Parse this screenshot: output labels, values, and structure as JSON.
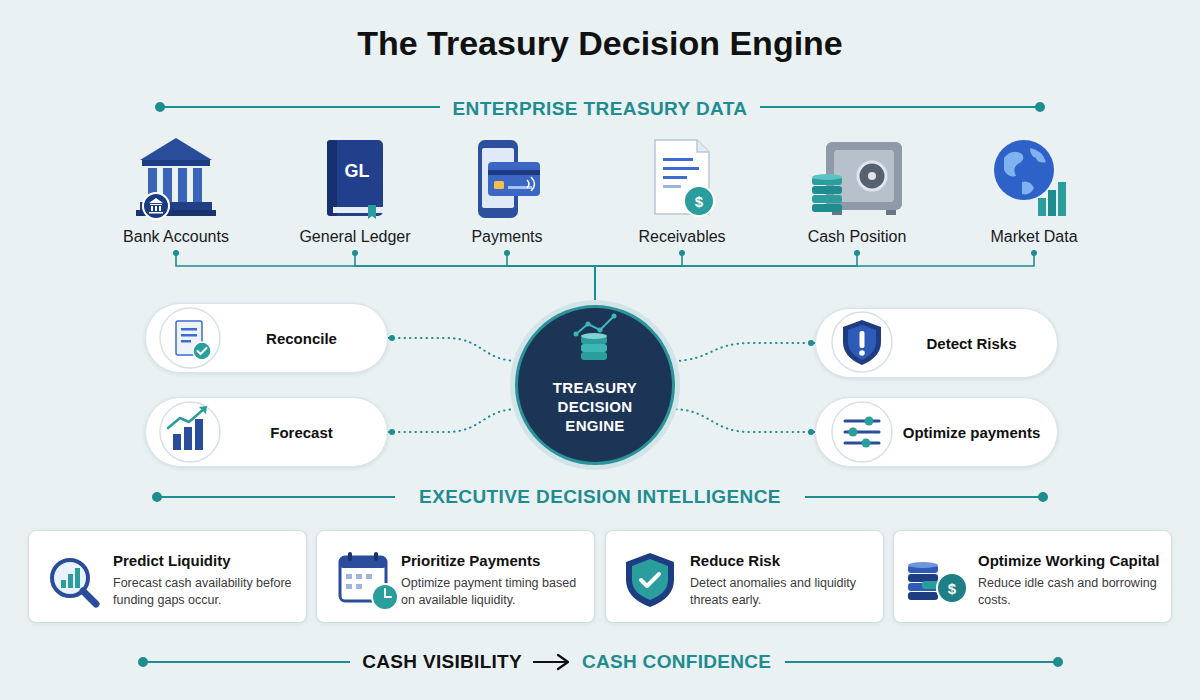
{
  "diagram": {
    "title": "The Treasury Decision Engine",
    "nodes": [
      {
        "text": [
          "Bank Accounts"
        ]
      },
      {
        "text": [
          "General Ledger"
        ]
      },
      {
        "text": [
          "Payments"
        ]
      },
      {
        "text": [
          "Receivables"
        ]
      },
      {
        "text": [
          "Cash Position"
        ]
      },
      {
        "text": [
          "Market Data"
        ]
      },
      {
        "text": [
          "Reconcile"
        ]
      },
      {
        "text": [
          "Forecast"
        ]
      },
      {
        "text": [
          "TREASURY DECISION ENGINE"
        ]
      },
      {
        "text": [
          "Detect Risks"
        ]
      },
      {
        "text": [
          "Optimize payments"
        ]
      },
      {
        "text": [
          "Predict Liquidity",
          "Forecast cash availability before funding gaps occur."
        ]
      },
      {
        "text": [
          "Prioritize Payments",
          "Optimize payment timing based on available liquidity."
        ]
      },
      {
        "text": [
          "Reduce Risk",
          "Detect anomalies and liquidity threats early."
        ]
      },
      {
        "text": [
          "Optimize Working Capital",
          "Reduce idle cash and borrowing costs."
        ]
      }
    ],
    "edges": [
      {
        "from": 0,
        "to": 8,
        "arrow": "none"
      },
      {
        "from": 1,
        "to": 8,
        "arrow": "none"
      },
      {
        "from": 2,
        "to": 8,
        "arrow": "none"
      },
      {
        "from": 3,
        "to": 8,
        "arrow": "none"
      },
      {
        "from": 4,
        "to": 8,
        "arrow": "none"
      },
      {
        "from": 5,
        "to": 8,
        "arrow": "none"
      },
      {
        "from": 6,
        "to": 8,
        "arrow": "none"
      },
      {
        "from": 7,
        "to": 8,
        "arrow": "none"
      },
      {
        "from": 9,
        "to": 8,
        "arrow": "none"
      },
      {
        "from": 10,
        "to": 8,
        "arrow": "none"
      }
    ],
    "labels": [
      "ENTERPRISE TREASURY DATA",
      "GL",
      "$",
      "EXECUTIVE DECISION INTELLIGENCE",
      "$",
      "CASH VISIBILITY",
      "CASH CONFIDENCE"
    ]
  }
}
